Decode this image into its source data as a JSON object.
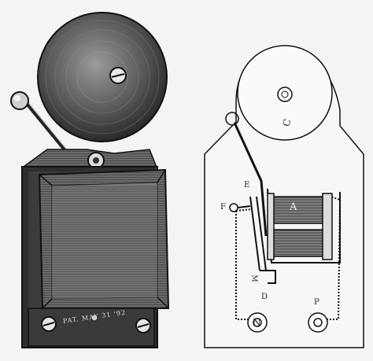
{
  "figure": {
    "left_view": {
      "name": "electric bell exterior engraving"
    },
    "right_view": {
      "name": "electric bell internal wiring diagram"
    }
  },
  "labels": {
    "engraving": "PAT. MAY 31 '92",
    "c": "C",
    "a": "A",
    "e": "E",
    "f": "F",
    "n": "N",
    "d": "D",
    "m": "M",
    "p": "P"
  }
}
